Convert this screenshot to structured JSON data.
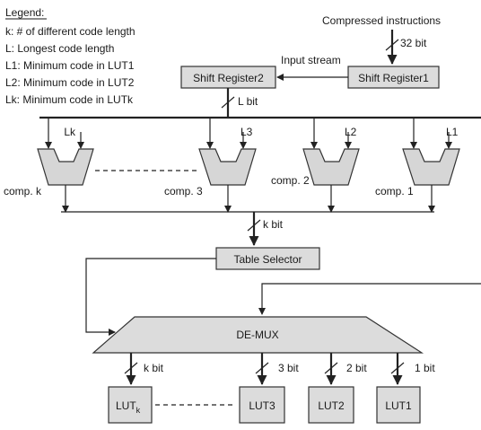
{
  "legend": {
    "title": "Legend:",
    "lines": [
      "k: # of different code length",
      "L: Longest code length",
      "L1: Minimum code in LUT1",
      "L2: Minimum code in LUT2",
      "Lk: Minimum code in LUTk"
    ]
  },
  "inputs": {
    "compressed": "Compressed instructions",
    "bits_32": "32 bit",
    "stream": "Input stream",
    "l_bit": "L bit",
    "k_bit_mid": "k bit"
  },
  "registers": {
    "sr1": "Shift Register1",
    "sr2": "Shift Register2"
  },
  "comparators": {
    "k": {
      "label": "comp. k",
      "input": "Lk"
    },
    "c3": {
      "label": "comp. 3",
      "input": "L3"
    },
    "c2": {
      "label": "comp. 2",
      "input": "L2"
    },
    "c1": {
      "label": "comp. 1",
      "input": "L1"
    }
  },
  "selector": "Table Selector",
  "demux": "DE-MUX",
  "outputs": {
    "k": "k bit",
    "b3": "3 bit",
    "b2": "2 bit",
    "b1": "1 bit"
  },
  "luts": {
    "k_main": "LUT",
    "k_sub": "k",
    "t3": "LUT3",
    "t2": "LUT2",
    "t1": "LUT1"
  }
}
